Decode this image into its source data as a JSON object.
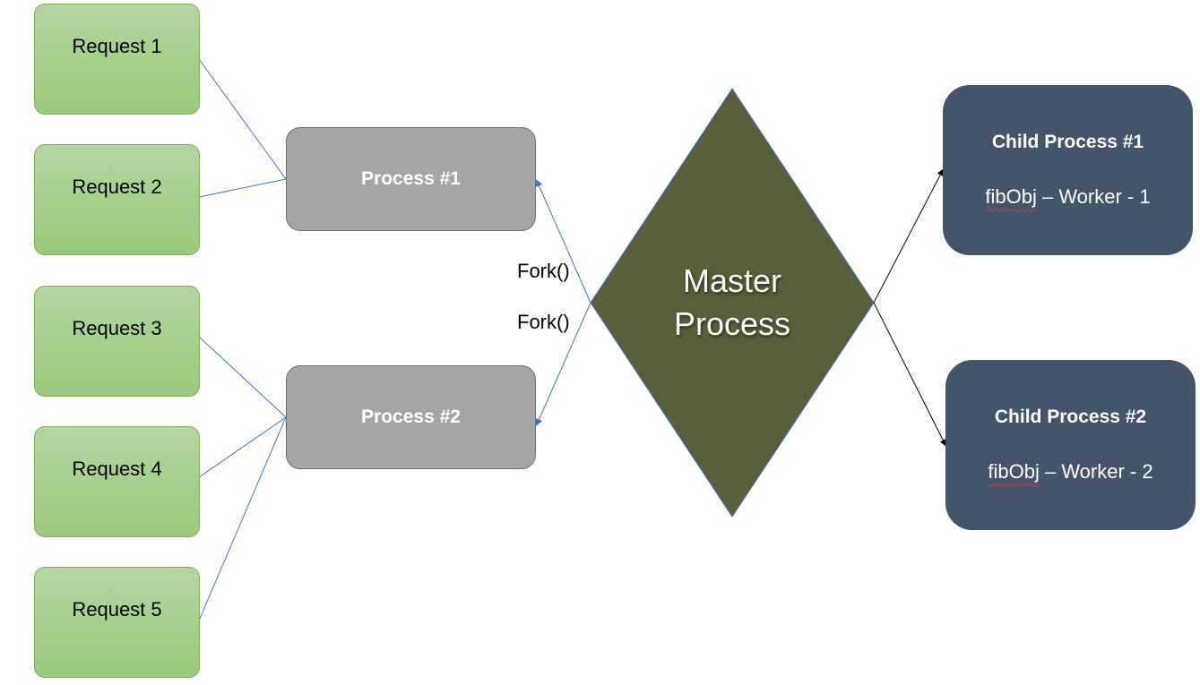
{
  "colors": {
    "request_fill": "#a9d18e",
    "request_border": "#7fb25a",
    "process_fill": "#a5a5a5",
    "process_border": "#6f6f6f",
    "master_fill": "#585f3a",
    "master_border": "#4472c4",
    "child_fill": "#44546a",
    "connector_blue": "#4472c4",
    "connector_black": "#000000"
  },
  "requests": [
    {
      "label": "Request 1"
    },
    {
      "label": "Request 2"
    },
    {
      "label": "Request 3"
    },
    {
      "label": "Request 4"
    },
    {
      "label": "Request 5"
    }
  ],
  "processes": [
    {
      "label": "Process #1"
    },
    {
      "label": "Process #2"
    }
  ],
  "master": {
    "line1": "Master",
    "line2": "Process"
  },
  "fork_labels": [
    "Fork()",
    "Fork()"
  ],
  "children": [
    {
      "title": "Child Process #1",
      "sub_prefix": "fibObj",
      "sub_suffix": " – Worker - 1"
    },
    {
      "title": "Child Process #2",
      "sub_prefix": "fibObj",
      "sub_suffix": " – Worker - 2"
    }
  ]
}
